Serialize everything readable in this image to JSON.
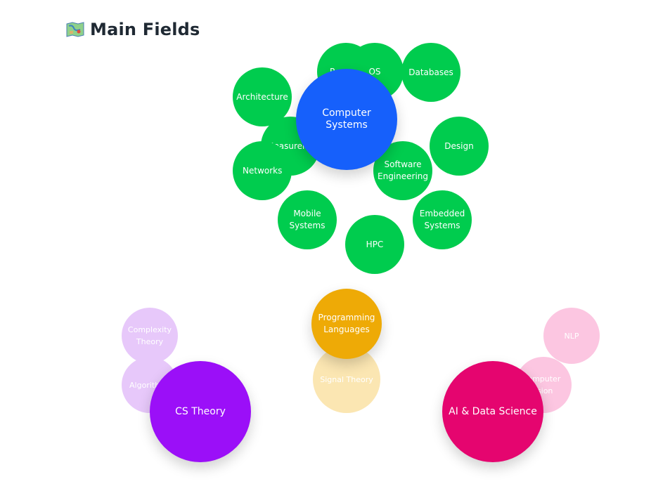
{
  "header": {
    "icon": "map-icon",
    "title": "Main Fields"
  },
  "clusters": {
    "systems": {
      "hub": "Computer Systems",
      "hub_color": "#1660fb",
      "child_color": "#00cc4e",
      "children": {
        "pl_hidden": "P",
        "os": "OS",
        "databases": "Databases",
        "architecture": "Architecture",
        "measurement": "Measurement",
        "networks": "Networks",
        "design": "Design",
        "software_engineering": "Software Engineering",
        "mobile_systems": "Mobile Systems",
        "embedded_systems": "Embedded Systems",
        "hpc": "HPC"
      }
    },
    "theory": {
      "hub": "CS Theory",
      "hub_color": "#9b0ff8",
      "children": {
        "complexity": "Complexity Theory",
        "algorithms": "Algorithms"
      }
    },
    "languages": {
      "hub": "Programming Languages",
      "hub_color": "#eeaa06",
      "children": {
        "signal": "Signal Theory"
      }
    },
    "ai": {
      "hub": "AI & Data Science",
      "hub_color": "#e5056f",
      "children": {
        "nlp": "NLP",
        "vision": "Computer Vision"
      }
    }
  }
}
